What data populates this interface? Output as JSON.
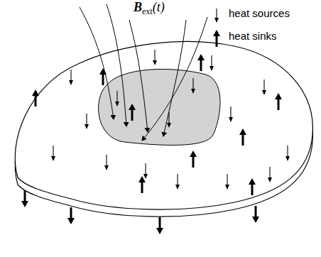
{
  "diagram": {
    "labels": [
      "B",
      "ext",
      "(t)"
    ],
    "legend": [
      {
        "text": "heat sources"
      },
      {
        "text": "heat sinks"
      }
    ]
  }
}
